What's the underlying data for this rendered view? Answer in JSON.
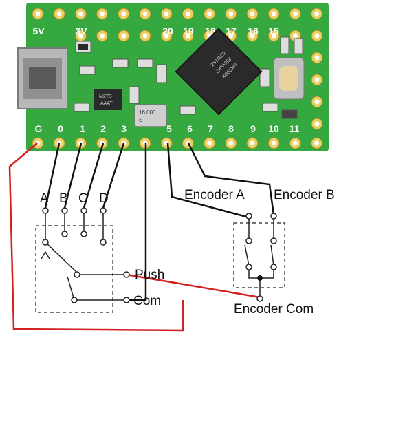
{
  "board": {
    "top_pins": [
      "5V",
      "3V",
      "20",
      "19",
      "18",
      "17",
      "16",
      "15"
    ],
    "bottom_pins": [
      "G",
      "0",
      "1",
      "2",
      "3",
      "5",
      "6",
      "7",
      "8",
      "9",
      "10",
      "11"
    ],
    "mcu_text": [
      "MK20DX",
      "256VLH7",
      "CTDTAZ"
    ],
    "crystal_text": [
      "16.000",
      "S"
    ],
    "regulator_text": [
      "M2TS",
      "AAAT"
    ],
    "colors": {
      "pcb": "#35a83f",
      "pad": "#e8d060",
      "silk": "#ffffff",
      "chip": "#2a2a2a"
    }
  },
  "labels": {
    "switch_a": "A",
    "switch_b": "B",
    "switch_c": "C",
    "switch_d": "D",
    "push": "Push",
    "com": "Com",
    "encoder_a": "Encoder A",
    "encoder_b": "Encoder B",
    "encoder_com": "Encoder Com"
  },
  "wire_colors": {
    "signal": "#111111",
    "ground": "#d42020"
  }
}
